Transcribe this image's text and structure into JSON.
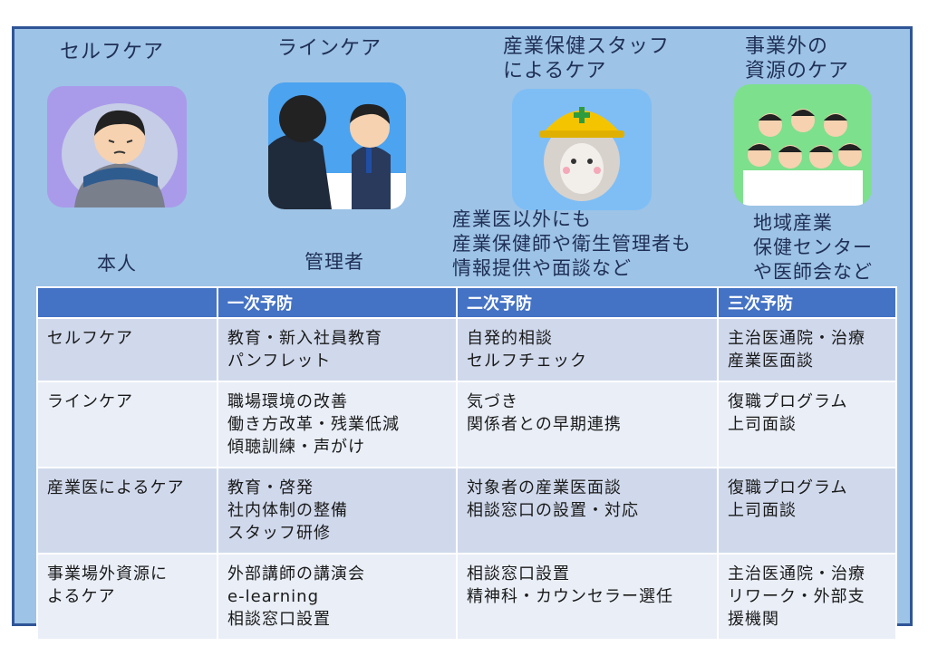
{
  "categories": [
    {
      "title": "セルフケア",
      "sub": "本人"
    },
    {
      "title": "ラインケア",
      "sub": "管理者"
    },
    {
      "title": "産業保健スタッフ\nによるケア",
      "sub": "産業医以外にも\n産業保健師や衛生管理者も\n情報提供や面談など"
    },
    {
      "title": "事業外の\n資源のケア",
      "sub": "地域産業\n保健センター\nや医師会など"
    }
  ],
  "table": {
    "headers": [
      "",
      "一次予防",
      "二次予防",
      "三次予防"
    ],
    "rows": [
      [
        "セルフケア",
        "教育・新入社員教育\nパンフレット",
        "自発的相談\nセルフチェック",
        "主治医通院・治療\n産業医面談"
      ],
      [
        "ラインケア",
        "職場環境の改善\n働き方改革・残業低減\n傾聴訓練・声がけ",
        "気づき\n関係者との早期連携",
        "復職プログラム\n上司面談"
      ],
      [
        "産業医によるケア",
        "教育・啓発\n社内体制の整備\nスタッフ研修",
        "対象者の産業医面談\n相談窓口の設置・対応",
        "復職プログラム\n上司面談"
      ],
      [
        "事業場外資源に\nよるケア",
        "外部講師の講演会\ne-learning\n相談窓口設置",
        "相談窓口設置\n精神科・カウンセラー選任",
        "主治医通院・治療\nリワーク・外部支\n援機関"
      ]
    ]
  },
  "colors": {
    "panel_bg": "#9dc3e6",
    "panel_border": "#2f5597",
    "header_bg": "#4472c4",
    "row_odd": "#d0d9ec",
    "row_even": "#e9eef7"
  }
}
